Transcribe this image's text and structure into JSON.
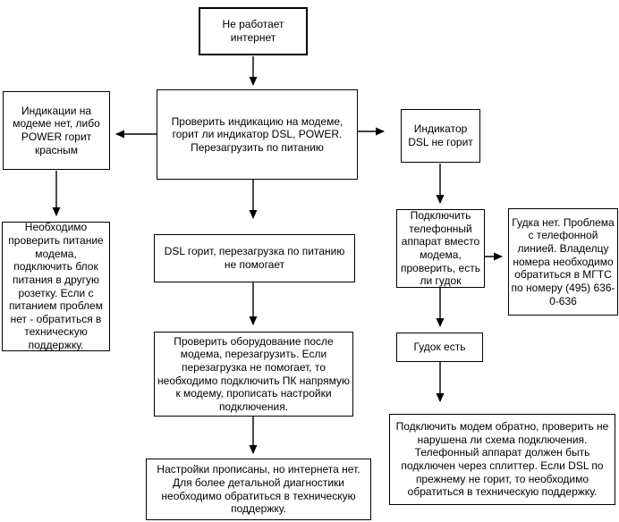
{
  "colors": {
    "background": "#ffffff",
    "node_border": "#000000",
    "node_fill": "#ffffff",
    "text": "#000000",
    "arrow": "#000000"
  },
  "diagram": {
    "type": "flowchart",
    "language": "ru",
    "topic": "DSL internet troubleshooting",
    "nodes": {
      "start": {
        "text": "Не работает интернет"
      },
      "check_modem": {
        "text": "Проверить индикацию на модеме, горит ли индикатор DSL, POWER. Перезагрузить по питанию"
      },
      "no_indication": {
        "text": "Индикации на модеме нет, либо POWER горит красным"
      },
      "check_power": {
        "text": "Необходимо проверить питание модема, подключить блок питания в другую розетку. Если с питанием проблем нет - обратиться в техническую поддержку."
      },
      "dsl_off": {
        "text": "Индикатор DSL не горит"
      },
      "connect_phone": {
        "text": "Подключить телефонный аппарат вместо модема, проверить, есть ли гудок"
      },
      "no_dial_tone": {
        "text": "Гудка нет. Проблема с телефонной линией. Владелцу номера необходимо обратиться в МГТС по номеру (495) 636-0-636"
      },
      "dial_tone": {
        "text": "Гудок есть"
      },
      "dsl_on": {
        "text": "DSL горит, перезагрузка по питанию не помогает"
      },
      "check_equipment": {
        "text": "Проверить оборудование после модема, перезагрузить. Если перезагрузка не помогает, то необходимо подключить ПК напрямую к модему, прописать настройки подключения."
      },
      "settings_done": {
        "text": "Настройки прописаны, но интернета нет. Для более детальной диагностики необходимо обратиться в техническую поддержку."
      },
      "reconnect_modem": {
        "text": "Подключить модем обратно, проверить не нарушена ли схема подключения. Телефонный аппарат должен быть подключен через сплиттер. Если DSL по прежнему не горит, то необходимо обратиться в техническую поддержку."
      }
    },
    "edges": [
      {
        "from": "start",
        "to": "check_modem",
        "direction": "down"
      },
      {
        "from": "check_modem",
        "to": "no_indication",
        "direction": "left"
      },
      {
        "from": "check_modem",
        "to": "dsl_off",
        "direction": "right"
      },
      {
        "from": "check_modem",
        "to": "dsl_on",
        "direction": "down"
      },
      {
        "from": "no_indication",
        "to": "check_power",
        "direction": "down"
      },
      {
        "from": "dsl_off",
        "to": "connect_phone",
        "direction": "down"
      },
      {
        "from": "connect_phone",
        "to": "no_dial_tone",
        "direction": "right"
      },
      {
        "from": "connect_phone",
        "to": "dial_tone",
        "direction": "down"
      },
      {
        "from": "dial_tone",
        "to": "reconnect_modem",
        "direction": "down"
      },
      {
        "from": "dsl_on",
        "to": "check_equipment",
        "direction": "down"
      },
      {
        "from": "check_equipment",
        "to": "settings_done",
        "direction": "down"
      }
    ]
  }
}
